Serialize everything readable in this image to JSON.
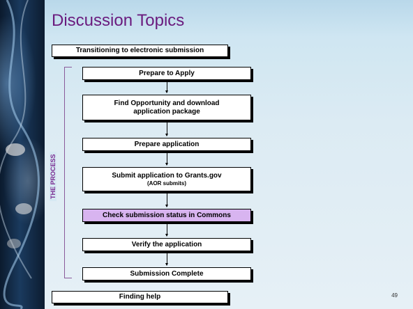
{
  "slide": {
    "title": "Discussion Topics",
    "page_number": "49"
  },
  "top_box": {
    "label": "Transitioning to electronic submission"
  },
  "process": {
    "label": "THE PROCESS",
    "steps": [
      {
        "label": "Prepare to Apply",
        "sub": ""
      },
      {
        "label": "Find Opportunity and download application package",
        "sub": ""
      },
      {
        "label": "Prepare application",
        "sub": ""
      },
      {
        "label": "Submit application to Grants.gov",
        "sub": "(AOR submits)"
      },
      {
        "label": "Check submission status in Commons",
        "sub": ""
      },
      {
        "label": "Verify the application",
        "sub": ""
      },
      {
        "label": "Submission Complete",
        "sub": ""
      }
    ]
  },
  "bottom_box": {
    "label": "Finding help"
  },
  "colors": {
    "title": "#6a1b7e",
    "highlight_step": "#d8b4f0",
    "process_label": "#7a2a90"
  }
}
